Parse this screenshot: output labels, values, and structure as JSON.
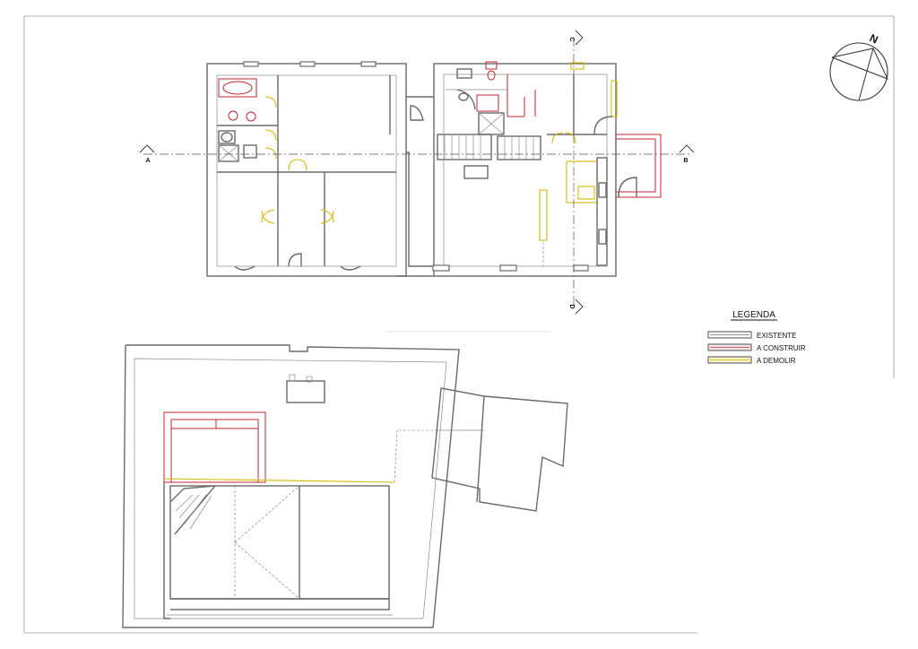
{
  "legend": {
    "title": "LEGENDA",
    "items": [
      {
        "label": "EXISTENTE",
        "color": "#6a6a6a"
      },
      {
        "label": "A CONSTRUIR",
        "color": "#c1272d"
      },
      {
        "label": "A DEMOLIR",
        "color": "#d4b800"
      }
    ]
  },
  "sections": {
    "a": "A",
    "b": "B",
    "c": "C",
    "d": "D"
  },
  "north_label": "N",
  "colors": {
    "existing": "#6a6a6a",
    "to_build": "#c1272d",
    "to_demolish": "#d4b800"
  }
}
